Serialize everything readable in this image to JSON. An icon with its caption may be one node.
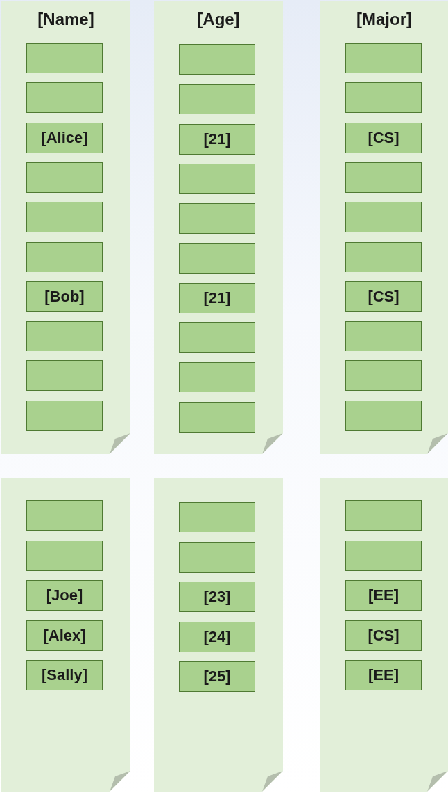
{
  "diagram": {
    "nodes": [
      {
        "text": [
          "[Name]"
        ]
      },
      {
        "text": [],
        "shape": "box",
        "in": 0
      },
      {
        "text": [],
        "shape": "box",
        "in": 0
      },
      {
        "text": [
          "[Alice]"
        ],
        "in": 0
      },
      {
        "text": [],
        "shape": "box",
        "in": 0
      },
      {
        "text": [],
        "shape": "box",
        "in": 0
      },
      {
        "text": [],
        "shape": "box",
        "in": 0
      },
      {
        "text": [
          "[Bob]"
        ],
        "in": 0
      },
      {
        "text": [],
        "shape": "box",
        "in": 0
      },
      {
        "text": [],
        "shape": "box",
        "in": 0
      },
      {
        "text": [],
        "shape": "box",
        "in": 0
      },
      {
        "text": [
          "[Age]"
        ]
      },
      {
        "text": [],
        "shape": "box",
        "in": 11
      },
      {
        "text": [],
        "shape": "box",
        "in": 11
      },
      {
        "text": [
          "[21]"
        ],
        "in": 11
      },
      {
        "text": [],
        "shape": "box",
        "in": 11
      },
      {
        "text": [],
        "shape": "box",
        "in": 11
      },
      {
        "text": [],
        "shape": "box",
        "in": 11
      },
      {
        "text": [
          "[21]"
        ],
        "in": 11
      },
      {
        "text": [],
        "shape": "box",
        "in": 11
      },
      {
        "text": [],
        "shape": "box",
        "in": 11
      },
      {
        "text": [],
        "shape": "box",
        "in": 11
      },
      {
        "text": [
          "[Major]"
        ]
      },
      {
        "text": [],
        "shape": "box",
        "in": 22
      },
      {
        "text": [],
        "shape": "box",
        "in": 22
      },
      {
        "text": [
          "[CS]"
        ],
        "in": 22
      },
      {
        "text": [],
        "shape": "box",
        "in": 22
      },
      {
        "text": [],
        "shape": "box",
        "in": 22
      },
      {
        "text": [],
        "shape": "box",
        "in": 22
      },
      {
        "text": [
          "[CS]"
        ],
        "in": 22
      },
      {
        "text": [],
        "shape": "box",
        "in": 22
      },
      {
        "text": [],
        "shape": "box",
        "in": 22
      },
      {
        "text": [],
        "shape": "box",
        "in": 22
      },
      {
        "text": [],
        "shape": "box"
      },
      {
        "text": [],
        "shape": "box",
        "in": 33
      },
      {
        "text": [],
        "shape": "box",
        "in": 33
      },
      {
        "text": [
          "[Joe]"
        ],
        "in": 33
      },
      {
        "text": [
          "[Alex]"
        ],
        "in": 33
      },
      {
        "text": [
          "[Sally]"
        ],
        "in": 33
      },
      {
        "text": [],
        "shape": "box"
      },
      {
        "text": [],
        "shape": "box",
        "in": 39
      },
      {
        "text": [],
        "shape": "box",
        "in": 39
      },
      {
        "text": [
          "[23]"
        ],
        "in": 39
      },
      {
        "text": [
          "[24]"
        ],
        "in": 39
      },
      {
        "text": [
          "[25]"
        ],
        "in": 39
      },
      {
        "text": [],
        "shape": "box"
      },
      {
        "text": [],
        "shape": "box",
        "in": 45
      },
      {
        "text": [],
        "shape": "box",
        "in": 45
      },
      {
        "text": [
          "[EE]"
        ],
        "in": 45
      },
      {
        "text": [
          "[CS]"
        ],
        "in": 45
      },
      {
        "text": [
          "[EE]"
        ],
        "in": 45
      }
    ]
  }
}
